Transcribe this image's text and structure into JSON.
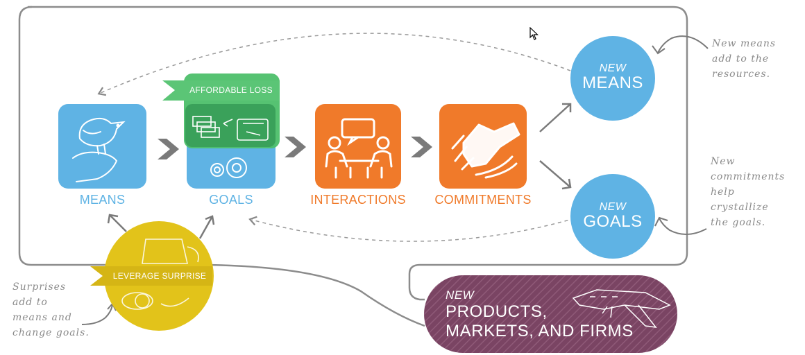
{
  "colors": {
    "blue": "#5fb3e4",
    "orange": "#f07a2a",
    "green": "#4dbf6a",
    "yellow": "#e2c31a",
    "purple": "#7a4463",
    "gray": "#7a7a7a"
  },
  "steps": [
    {
      "label": "MEANS",
      "icon": "bird-hand-icon"
    },
    {
      "label": "GOALS",
      "icon": "gears-icon"
    },
    {
      "label": "INTERACTIONS",
      "icon": "meeting-people-icon"
    },
    {
      "label": "COMMITMENTS",
      "icon": "handshake-icon"
    }
  ],
  "affordable_loss": {
    "label": "AFFORDABLE LOSS",
    "icon": "money-wallet-icon"
  },
  "new_means": {
    "line1": "NEW",
    "line2": "MEANS"
  },
  "new_goals": {
    "line1": "NEW",
    "line2": "GOALS"
  },
  "leverage_surprise": {
    "label": "LEVERAGE SURPRISE",
    "icon": "lemonade-pitcher-icon"
  },
  "new_products": {
    "line1": "NEW",
    "line2": "PRODUCTS,",
    "line3": "MARKETS, AND FIRMS",
    "icon": "airplane-icon"
  },
  "notes": {
    "means": [
      "New means",
      "add to the",
      "resources."
    ],
    "commitments": [
      "New",
      "commitments",
      "help",
      "crystallize",
      "the goals."
    ],
    "surprises": [
      "Surprises",
      "add to",
      "means and",
      "change goals."
    ]
  }
}
